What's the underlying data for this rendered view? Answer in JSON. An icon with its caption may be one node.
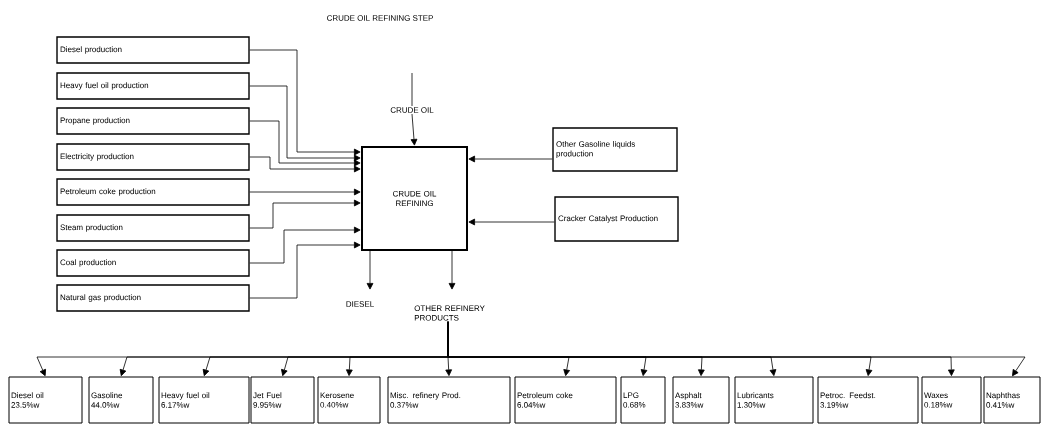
{
  "diagram": {
    "title": "CRUDE OIL REFINING STEP",
    "nodes": [
      {
        "text": [
          "Diesel production"
        ]
      },
      {
        "text": [
          "Heavy fuel oil production"
        ]
      },
      {
        "text": [
          "Propane production"
        ]
      },
      {
        "text": [
          "Electricity production"
        ]
      },
      {
        "text": [
          "Petroleum coke production"
        ]
      },
      {
        "text": [
          "Steam production"
        ]
      },
      {
        "text": [
          "Coal production"
        ]
      },
      {
        "text": [
          "Natural gas production"
        ]
      },
      {
        "text": [
          "CRUDE OIL"
        ]
      },
      {
        "text": [
          "CRUDE OIL REFINING"
        ]
      },
      {
        "text": [
          "Other Gasoline liquids production"
        ]
      },
      {
        "text": [
          "Cracker Catalyst Production"
        ]
      },
      {
        "text": [
          "DIESEL"
        ]
      },
      {
        "text": [
          "OTHER REFINERY PRODUCTS"
        ]
      },
      {
        "text": [
          "Diesel oil",
          "23.5%w"
        ]
      },
      {
        "text": [
          "Gasoline",
          "44.0%w"
        ]
      },
      {
        "text": [
          "Heavy fuel oil",
          "6.17%w"
        ]
      },
      {
        "text": [
          "Jet Fuel",
          "9.95%w"
        ]
      },
      {
        "text": [
          "Kerosene",
          "0.40%w"
        ]
      },
      {
        "text": [
          "Misc. refinery Prod.",
          "0.37%w"
        ]
      },
      {
        "text": [
          "Petroleum coke",
          "6.04%w"
        ]
      },
      {
        "text": [
          "LPG",
          "0.68%"
        ]
      },
      {
        "text": [
          "Asphalt",
          "3.83%w"
        ]
      },
      {
        "text": [
          "Lubricants",
          "1.30%w"
        ]
      },
      {
        "text": [
          "Petroc. Feedst.",
          "3.19%w"
        ]
      },
      {
        "text": [
          "Waxes",
          "0.18%w"
        ]
      },
      {
        "text": [
          "Naphthas",
          "0.41%w"
        ]
      }
    ],
    "edges": [
      {
        "from": null,
        "to": 8,
        "arrow": "none"
      },
      {
        "from": 8,
        "to": 9,
        "arrow": "to"
      },
      {
        "from": 0,
        "to": 9,
        "arrow": "to"
      },
      {
        "from": 1,
        "to": 9,
        "arrow": "to"
      },
      {
        "from": 2,
        "to": 9,
        "arrow": "to"
      },
      {
        "from": 3,
        "to": 9,
        "arrow": "to"
      },
      {
        "from": 4,
        "to": 9,
        "arrow": "to"
      },
      {
        "from": 5,
        "to": 9,
        "arrow": "to"
      },
      {
        "from": 6,
        "to": 9,
        "arrow": "to"
      },
      {
        "from": 7,
        "to": 9,
        "arrow": "to"
      },
      {
        "from": 10,
        "to": 9,
        "arrow": "to"
      },
      {
        "from": 11,
        "to": 9,
        "arrow": "to"
      },
      {
        "from": 9,
        "to": 12,
        "arrow": "to"
      },
      {
        "from": 9,
        "to": 13,
        "arrow": "to"
      },
      {
        "from": 13,
        "to": 14,
        "arrow": "to"
      },
      {
        "from": 13,
        "to": 15,
        "arrow": "to"
      },
      {
        "from": 13,
        "to": 16,
        "arrow": "to"
      },
      {
        "from": 13,
        "to": 17,
        "arrow": "to"
      },
      {
        "from": 13,
        "to": 18,
        "arrow": "to"
      },
      {
        "from": 13,
        "to": 19,
        "arrow": "to"
      },
      {
        "from": 13,
        "to": 20,
        "arrow": "to"
      },
      {
        "from": 13,
        "to": 21,
        "arrow": "to"
      },
      {
        "from": 13,
        "to": 22,
        "arrow": "to"
      },
      {
        "from": 13,
        "to": 23,
        "arrow": "to"
      },
      {
        "from": 13,
        "to": 24,
        "arrow": "to"
      },
      {
        "from": 13,
        "to": 25,
        "arrow": "to"
      },
      {
        "from": 13,
        "to": 26,
        "arrow": "to"
      }
    ]
  }
}
